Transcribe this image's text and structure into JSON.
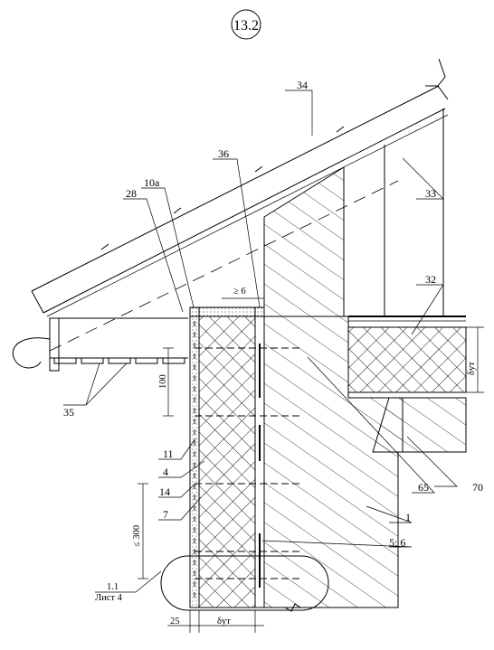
{
  "sheet": {
    "number": "13.2"
  },
  "callouts": {
    "c34": "34",
    "c36": "36",
    "c10a": "10a",
    "c28": "28",
    "c33": "33",
    "c32": "32",
    "c35": "35",
    "c11": "11",
    "c4": "4",
    "c14": "14",
    "c7": "7",
    "c65": "65",
    "c70": "70",
    "c1": "1",
    "c56": "5; 6"
  },
  "dimensions": {
    "gap": "≥ 6",
    "spacing": "100",
    "step": "≤ 300",
    "facing": "25",
    "insulation": "δут",
    "slab": "δут"
  },
  "reference": {
    "node": "1.1",
    "sheet": "Лист 4"
  },
  "colors": {
    "line": "#000000",
    "background": "#ffffff"
  }
}
